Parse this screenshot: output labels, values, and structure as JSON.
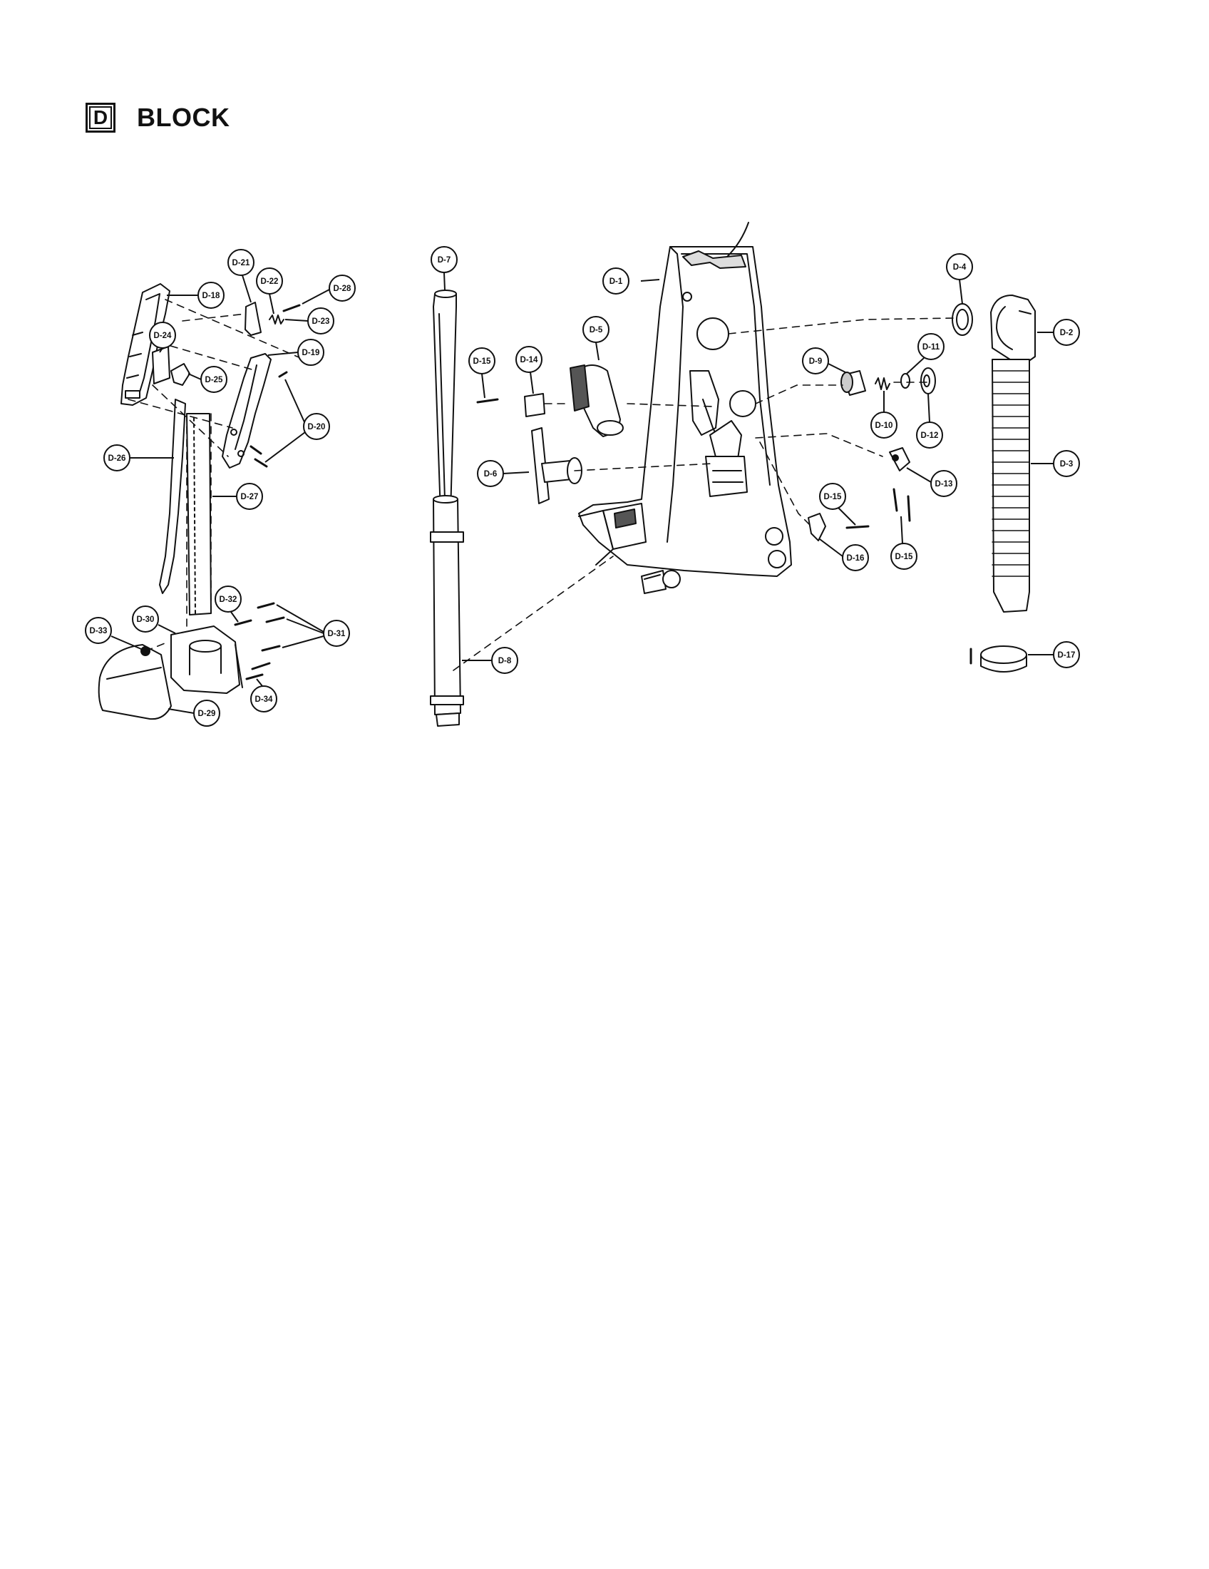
{
  "header": {
    "block_letter": "D",
    "title": "BLOCK"
  },
  "callouts": {
    "d1": "D-1",
    "d2": "D-2",
    "d3": "D-3",
    "d4": "D-4",
    "d5": "D-5",
    "d6": "D-6",
    "d7": "D-7",
    "d8": "D-8",
    "d9": "D-9",
    "d10": "D-10",
    "d11": "D-11",
    "d12": "D-12",
    "d13": "D-13",
    "d14": "D-14",
    "d15a": "D-15",
    "d15b": "D-15",
    "d15c": "D-15",
    "d16": "D-16",
    "d17": "D-17",
    "d18": "D-18",
    "d19": "D-19",
    "d20": "D-20",
    "d21": "D-21",
    "d22": "D-22",
    "d23": "D-23",
    "d24": "D-24",
    "d25": "D-25",
    "d26": "D-26",
    "d27": "D-27",
    "d28": "D-28",
    "d29": "D-29",
    "d30": "D-30",
    "d31": "D-31",
    "d32": "D-32",
    "d33": "D-33",
    "d34": "D-34"
  },
  "colors": {
    "ink": "#111111",
    "paper": "#ffffff",
    "shade": "#d9d9d9"
  }
}
